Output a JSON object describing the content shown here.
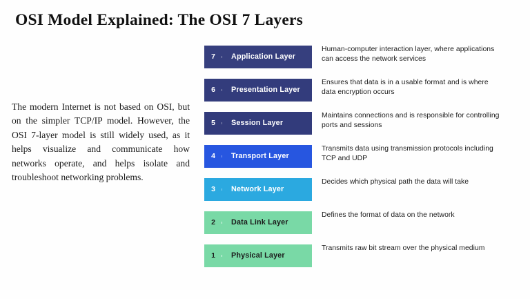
{
  "slide": {
    "title": "OSI Model Explained: The OSI 7 Layers",
    "intro_paragraph": "The modern Internet is not based on OSI, but on the simpler TCP/IP model. However, the OSI 7-layer model is still widely used, as it helps visualize and communicate how networks operate, and helps isolate and troubleshoot networking problems.",
    "background_color": "#fefefe"
  },
  "layers": [
    {
      "number": "7",
      "name": "Application Layer",
      "description": "Human-computer interaction layer, where applications can access the network services",
      "bar_color": "#363f7e",
      "text_color": "#ffffff"
    },
    {
      "number": "6",
      "name": "Presentation Layer",
      "description": "Ensures that data is in a usable format and is where data encryption occurs",
      "bar_color": "#333c7c",
      "text_color": "#ffffff"
    },
    {
      "number": "5",
      "name": "Session Layer",
      "description": "Maintains connections and is responsible for controlling ports and sessions",
      "bar_color": "#323b7b",
      "text_color": "#ffffff"
    },
    {
      "number": "4",
      "name": "Transport Layer",
      "description": "Transmits data using transmission protocols including TCP and UDP",
      "bar_color": "#2756e0",
      "text_color": "#ffffff"
    },
    {
      "number": "3",
      "name": "Network Layer",
      "description": "Decides which physical path the data will take",
      "bar_color": "#2ba9e0",
      "text_color": "#ffffff"
    },
    {
      "number": "2",
      "name": "Data Link Layer",
      "description": "Defines the format of data on the network",
      "bar_color": "#79d9a6",
      "text_color": "#1b1b1b"
    },
    {
      "number": "1",
      "name": "Physical Layer",
      "description": "Transmits raw bit stream over the physical medium",
      "bar_color": "#79d9a6",
      "text_color": "#1b1b1b"
    }
  ]
}
